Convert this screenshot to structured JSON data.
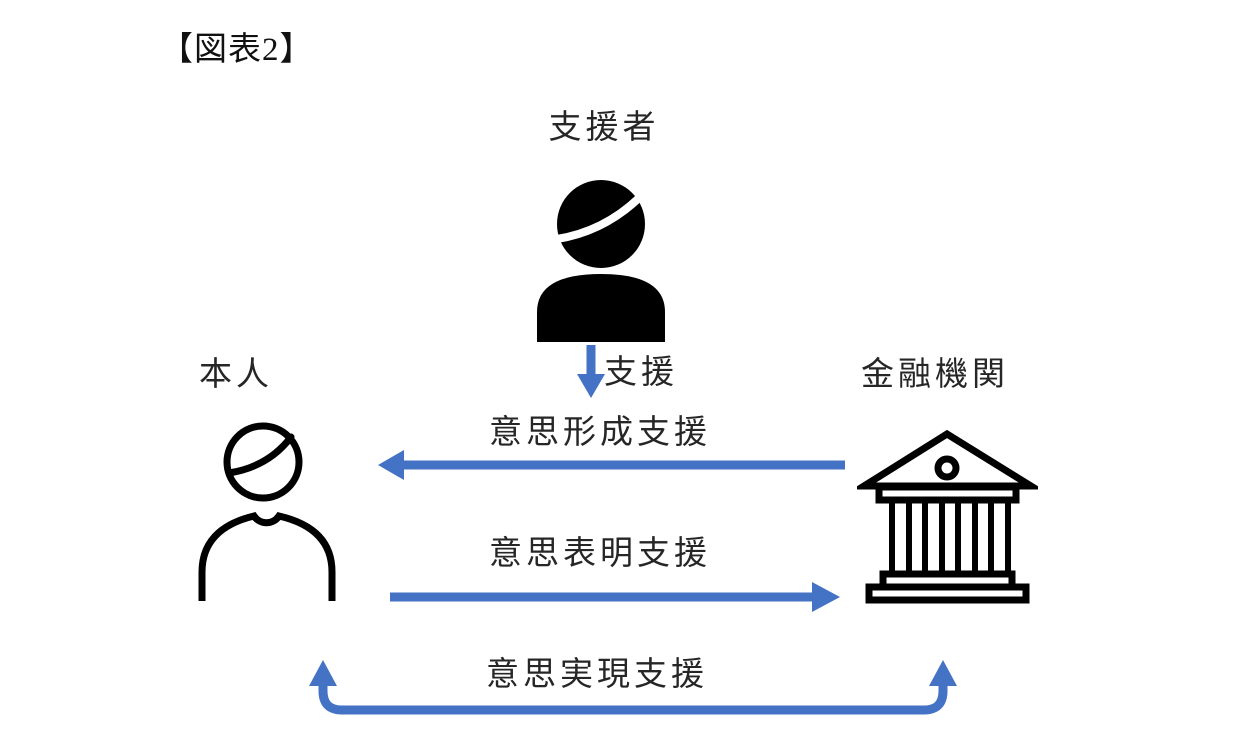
{
  "title": "【図表2】",
  "colors": {
    "accent": "#4472C4",
    "icon": "#000000",
    "text": "#262626",
    "background": "#ffffff"
  },
  "nodes": {
    "supporter": {
      "label": "支援者",
      "icon": "person-solid-icon"
    },
    "principal": {
      "label": "本人",
      "icon": "person-outline-icon"
    },
    "institution": {
      "label": "金融機関",
      "icon": "bank-icon"
    }
  },
  "arrows": {
    "support": {
      "label": "支援",
      "direction": "支援者 ↓"
    },
    "formation": {
      "label": "意思形成支援",
      "direction": "金融機関 → 本人"
    },
    "expression": {
      "label": "意思表明支援",
      "direction": "本人 → 金融機関"
    },
    "realization": {
      "label": "意思実現支援",
      "direction": "本人 ↔ 金融機関"
    }
  }
}
